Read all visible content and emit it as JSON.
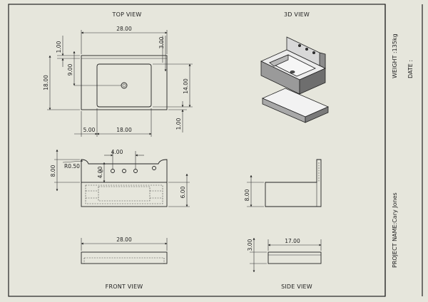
{
  "views": {
    "top": "TOP VIEW",
    "iso": "3D VIEW",
    "front": "FRONT VIEW",
    "side": "SIDE VIEW"
  },
  "title_block": {
    "weight": "WEIGHT :135kg",
    "date": "DATE :",
    "project": "PROJECT NAME:Cary Jones"
  },
  "dimensions": {
    "top_width": "28.00",
    "top_left_1": "1.00",
    "top_right_3": "3.00",
    "top_height_18": "18.00",
    "top_drain_9": "9.00",
    "top_right_14": "14.00",
    "top_bottom_5": "5.00",
    "top_bottom_18": "18.00",
    "top_bottom_right_1": "1.00",
    "mid_left_8": "8.00",
    "mid_radius": "R0.50",
    "mid_holes_4": "4.00",
    "mid_holes_v4": "4.00",
    "mid_right_6": "6.00",
    "front_width": "28.00",
    "side_8": "8.00",
    "side_3": "3.00",
    "side_17": "17.00"
  },
  "colors": {
    "paper": "#e6e6dc",
    "line": "#222222",
    "iso_face_top": "#ececec",
    "iso_face_side": "#9a9a9a",
    "iso_face_dark": "#6e6e6e"
  }
}
